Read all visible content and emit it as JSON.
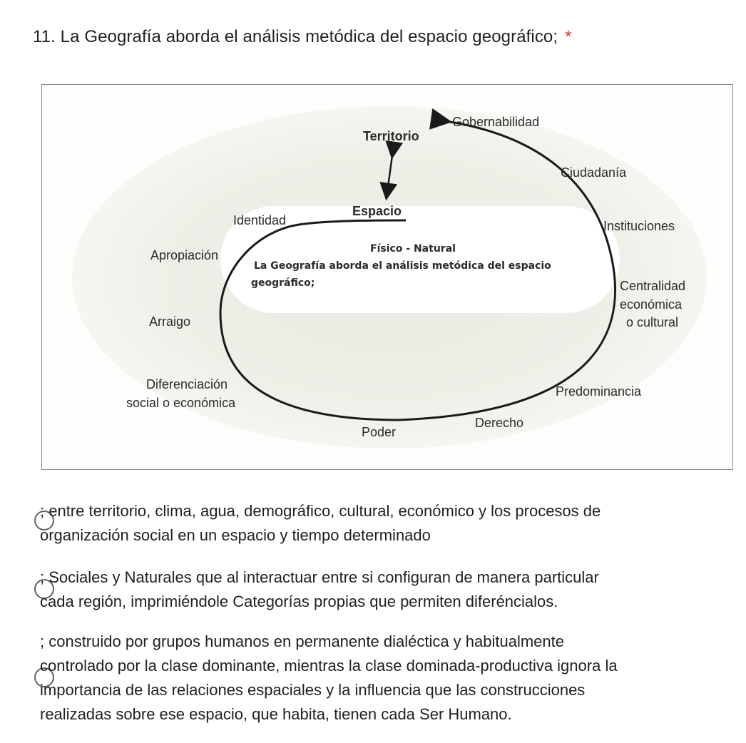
{
  "question": {
    "title": "11. La Geografía aborda el análisis metódica del espacio geográfico;",
    "required_mark": "*"
  },
  "diagram": {
    "labels": {
      "gobernabilidad": "Gobernabilidad",
      "territorio": "Territorio",
      "ciudadania": "Ciudadanía",
      "espacio": "Espacio",
      "identidad": "Identidad",
      "instituciones": "Instituciones",
      "fisico_natural": "Físico - Natural",
      "apropiacion": "Apropiación",
      "center_line1": "La Geografía aborda el análisis metódica del espacio",
      "center_line2": "geográfico;",
      "centralidad": "Centralidad",
      "economica": "económica",
      "o_cultural": "o cultural",
      "arraigo": "Arraigo",
      "diferenciacion": "Diferenciación",
      "social_economica": "social o económica",
      "predominancia": "Predominancia",
      "derecho": "Derecho",
      "poder": "Poder"
    }
  },
  "options": [
    {
      "line1": "; entre territorio, clima, agua, demográfico, cultural, económico y los procesos de",
      "line2": "organización social en un espacio y tiempo determinado"
    },
    {
      "line1": "; Sociales y Naturales que al interactuar entre si configuran de manera particular",
      "line2": "cada región, imprimiéndole Categorías propias que permiten diferéncialos."
    },
    {
      "line1": "; construido por grupos humanos en permanente dialéctica y habitualmente",
      "line2": "controlado por la clase dominante, mientras la clase dominada-productiva ignora la",
      "line3": "importancia de las relaciones espaciales y la influencia que las construcciones",
      "line4": "realizadas sobre ese espacio, que habita, tienen cada Ser Humano."
    }
  ]
}
